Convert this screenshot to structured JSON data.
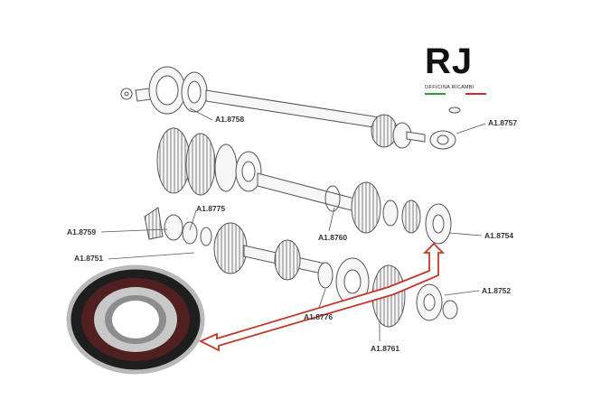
{
  "brand": {
    "mark": "RJ",
    "subtitle": "OFFICINA RICAMBI",
    "flag_colors": [
      "#2e9b3a",
      "#ffffff",
      "#d8262b"
    ]
  },
  "colors": {
    "line": "#555555",
    "arrow": "#c0392b",
    "bearing_dark": "#2a2a2a"
  },
  "part_labels": [
    {
      "id": "a18758",
      "text": "A1.8758"
    },
    {
      "id": "a18757",
      "text": "A1.8757"
    },
    {
      "id": "a18775",
      "text": "A1.8775"
    },
    {
      "id": "a18759",
      "text": "A1.8759"
    },
    {
      "id": "a18760",
      "text": "A1.8760"
    },
    {
      "id": "a18754",
      "text": "A1.8754"
    },
    {
      "id": "a18751",
      "text": "A1.8751"
    },
    {
      "id": "a18752",
      "text": "A1.8752"
    },
    {
      "id": "a18776",
      "text": "A1.8776"
    },
    {
      "id": "a18761",
      "text": "A1.8761"
    }
  ]
}
